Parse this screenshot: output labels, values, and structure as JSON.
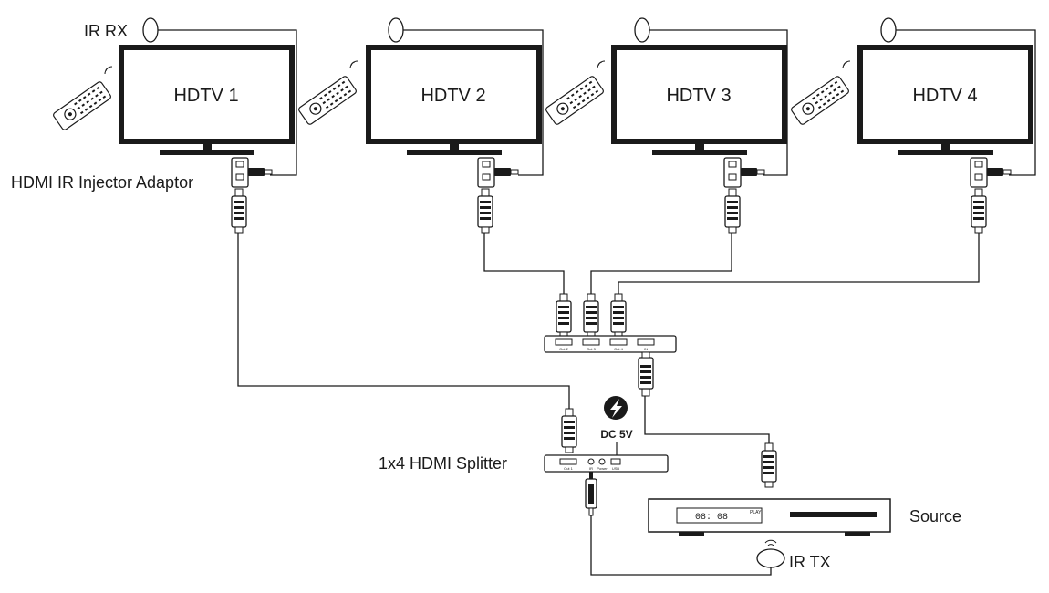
{
  "labels": {
    "ir_rx": "IR RX",
    "injector": "HDMI IR Injector Adaptor",
    "splitter": "1x4 HDMI Splitter",
    "dc": "DC 5V",
    "source": "Source",
    "ir_tx": "IR TX",
    "clock": "08: 08",
    "play": "PLAY"
  },
  "tvs": [
    "HDTV 1",
    "HDTV 2",
    "HDTV 3",
    "HDTV 4"
  ],
  "splitter_ports": {
    "back": [
      "Out 2",
      "Out 3",
      "Out 4",
      "IN"
    ],
    "front": [
      "Out 1",
      "IR",
      "Power",
      "USB"
    ]
  },
  "colors": {
    "line": "#1a1a1a",
    "background": "#ffffff"
  }
}
